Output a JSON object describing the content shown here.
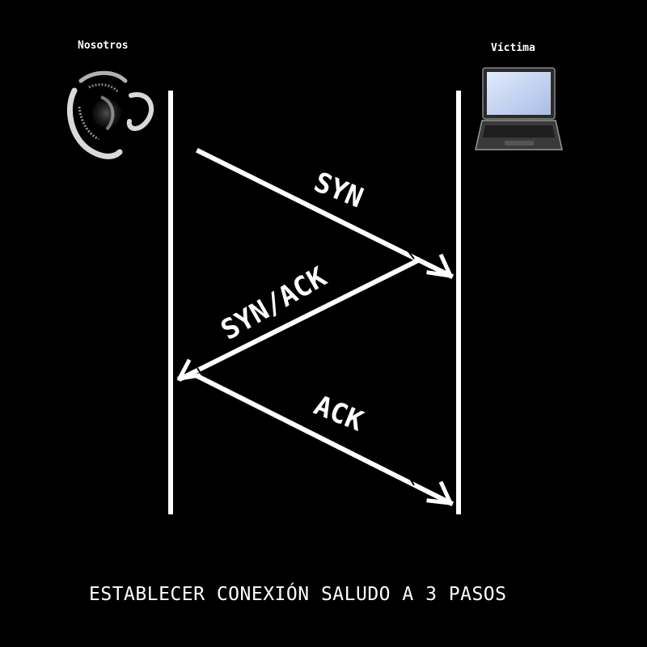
{
  "actors": {
    "left": {
      "label": "Nosotros",
      "icon": "hacker-logo-icon"
    },
    "right": {
      "label": "Víctima",
      "icon": "laptop-icon"
    }
  },
  "messages": [
    {
      "label": "SYN",
      "from": "Nosotros",
      "to": "Víctima"
    },
    {
      "label": "SYN/ACK",
      "from": "Víctima",
      "to": "Nosotros"
    },
    {
      "label": "ACK",
      "from": "Nosotros",
      "to": "Víctima"
    }
  ],
  "caption": "ESTABLECER CONEXIÓN SALUDO A 3 PASOS",
  "colors": {
    "background": "#000000",
    "foreground": "#ffffff",
    "screen": "#c9d6f0",
    "laptop_body": "#3a3a3a"
  }
}
